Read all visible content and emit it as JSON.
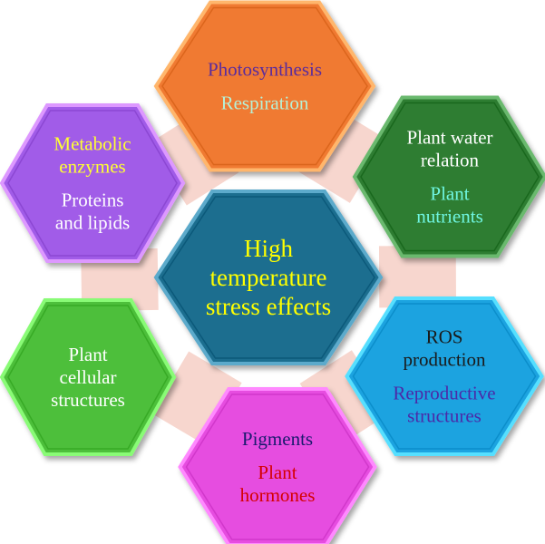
{
  "center": {
    "lines": [
      "High",
      "temperature",
      "stress effects"
    ],
    "fill": "#1f6e8f",
    "text_color": "#ffff00"
  },
  "nodes": [
    {
      "id": "top",
      "fill": "#f07a30",
      "groups": [
        {
          "lines": [
            "Photosynthesis"
          ],
          "color": "#5b2c9c"
        },
        {
          "lines": [
            "Respiration"
          ],
          "color": "#b6f0d6"
        }
      ]
    },
    {
      "id": "upper-right",
      "fill": "#2e7d32",
      "groups": [
        {
          "lines": [
            "Plant water",
            "relation"
          ],
          "color": "#ffffff"
        },
        {
          "lines": [
            "Plant",
            "nutrients"
          ],
          "color": "#6ff5e0"
        }
      ]
    },
    {
      "id": "lower-right",
      "fill": "#1aa3e0",
      "groups": [
        {
          "lines": [
            "ROS",
            "production"
          ],
          "color": "#1a1a1a"
        },
        {
          "lines": [
            "Reproductive",
            "structures"
          ],
          "color": "#4b2aa8"
        }
      ]
    },
    {
      "id": "bottom",
      "fill": "#e64de0",
      "groups": [
        {
          "lines": [
            "Pigments"
          ],
          "color": "#1a1a6e"
        },
        {
          "lines": [
            "Plant",
            "hormones"
          ],
          "color": "#d40000"
        }
      ]
    },
    {
      "id": "lower-left",
      "fill": "#4dbf3a",
      "groups": [
        {
          "lines": [
            "Plant",
            "cellular",
            "structures"
          ],
          "color": "#ffffff"
        }
      ]
    },
    {
      "id": "upper-left",
      "fill": "#a15ce8",
      "groups": [
        {
          "lines": [
            "Metabolic",
            "enzymes"
          ],
          "color": "#ffff33"
        },
        {
          "lines": [
            "Proteins",
            "and lipids"
          ],
          "color": "#ffffff"
        }
      ]
    }
  ],
  "connector_color": "#f6cfc6"
}
